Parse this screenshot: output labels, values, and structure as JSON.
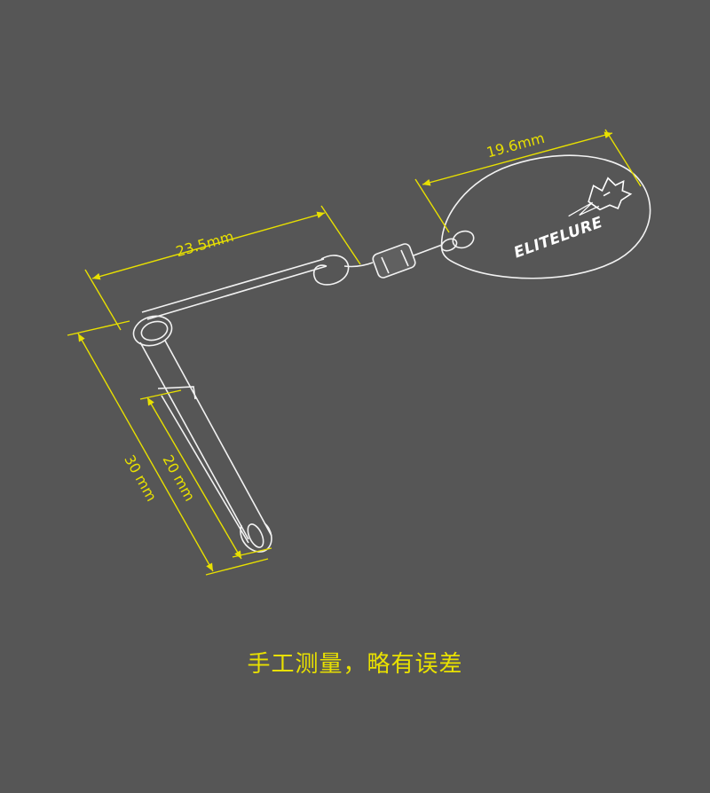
{
  "dimensions": {
    "blade_width": "19.6mm",
    "arm_length": "23.5mm",
    "total_length": "30 mm",
    "clip_length": "20 mm"
  },
  "logo": {
    "text": "ELITELURE",
    "icon": "wolf-head-icon"
  },
  "caption": "手工测量，略有误差",
  "colors": {
    "background": "#565656",
    "dimension": "#e8e000",
    "wire": "#f2f2f2"
  }
}
